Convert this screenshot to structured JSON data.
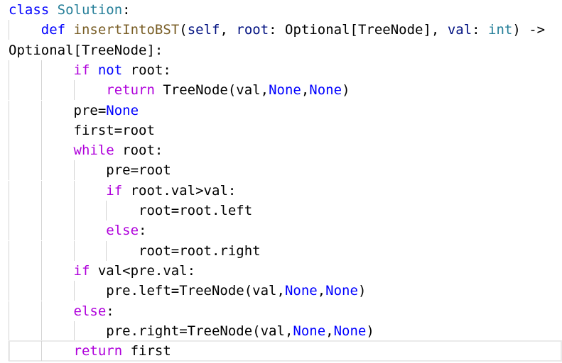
{
  "colors": {
    "kw": "#0000ff",
    "cls": "#267f99",
    "fn": "#795e26",
    "param": "#001080",
    "ctrl": "#af00db",
    "plain": "#000000"
  },
  "lines": [
    {
      "indent": 0,
      "tokens": [
        [
          "kw",
          "class"
        ],
        [
          "plain",
          " "
        ],
        [
          "cls",
          "Solution"
        ],
        [
          "plain",
          ":"
        ]
      ]
    },
    {
      "indent": 4,
      "tokens": [
        [
          "kw",
          "def"
        ],
        [
          "plain",
          " "
        ],
        [
          "fn",
          "insertIntoBST"
        ],
        [
          "plain",
          "("
        ],
        [
          "param",
          "self"
        ],
        [
          "plain",
          ", "
        ],
        [
          "param",
          "root"
        ],
        [
          "plain",
          ": Optional[TreeNode], "
        ],
        [
          "param",
          "val"
        ],
        [
          "plain",
          ": "
        ],
        [
          "cls",
          "int"
        ],
        [
          "plain",
          ") ->"
        ]
      ]
    },
    {
      "indent": 0,
      "wrap": true,
      "tokens": [
        [
          "plain",
          "Optional[TreeNode]:"
        ]
      ]
    },
    {
      "indent": 8,
      "tokens": [
        [
          "ctrl",
          "if"
        ],
        [
          "plain",
          " "
        ],
        [
          "kw",
          "not"
        ],
        [
          "plain",
          " root:"
        ]
      ]
    },
    {
      "indent": 12,
      "tokens": [
        [
          "ctrl",
          "return"
        ],
        [
          "plain",
          " TreeNode(val,"
        ],
        [
          "kw",
          "None"
        ],
        [
          "plain",
          ","
        ],
        [
          "kw",
          "None"
        ],
        [
          "plain",
          ")"
        ]
      ]
    },
    {
      "indent": 8,
      "tokens": [
        [
          "plain",
          "pre="
        ],
        [
          "kw",
          "None"
        ]
      ]
    },
    {
      "indent": 8,
      "tokens": [
        [
          "plain",
          "first=root"
        ]
      ]
    },
    {
      "indent": 8,
      "tokens": [
        [
          "ctrl",
          "while"
        ],
        [
          "plain",
          " root:"
        ]
      ]
    },
    {
      "indent": 12,
      "tokens": [
        [
          "plain",
          "pre=root"
        ]
      ]
    },
    {
      "indent": 12,
      "tokens": [
        [
          "ctrl",
          "if"
        ],
        [
          "plain",
          " root.val>val:"
        ]
      ]
    },
    {
      "indent": 16,
      "tokens": [
        [
          "plain",
          "root=root.left"
        ]
      ]
    },
    {
      "indent": 12,
      "tokens": [
        [
          "ctrl",
          "else"
        ],
        [
          "plain",
          ":"
        ]
      ]
    },
    {
      "indent": 16,
      "tokens": [
        [
          "plain",
          "root=root.right"
        ]
      ]
    },
    {
      "indent": 8,
      "tokens": [
        [
          "ctrl",
          "if"
        ],
        [
          "plain",
          " val<pre.val:"
        ]
      ]
    },
    {
      "indent": 12,
      "tokens": [
        [
          "plain",
          "pre.left=TreeNode(val,"
        ],
        [
          "kw",
          "None"
        ],
        [
          "plain",
          ","
        ],
        [
          "kw",
          "None"
        ],
        [
          "plain",
          ")"
        ]
      ]
    },
    {
      "indent": 8,
      "tokens": [
        [
          "ctrl",
          "else"
        ],
        [
          "plain",
          ":"
        ]
      ]
    },
    {
      "indent": 12,
      "tokens": [
        [
          "plain",
          "pre.right=TreeNode(val,"
        ],
        [
          "kw",
          "None"
        ],
        [
          "plain",
          ","
        ],
        [
          "kw",
          "None"
        ],
        [
          "plain",
          ")"
        ]
      ]
    },
    {
      "indent": 8,
      "current": true,
      "tokens": [
        [
          "ctrl",
          "return"
        ],
        [
          "plain",
          " first"
        ]
      ]
    }
  ]
}
